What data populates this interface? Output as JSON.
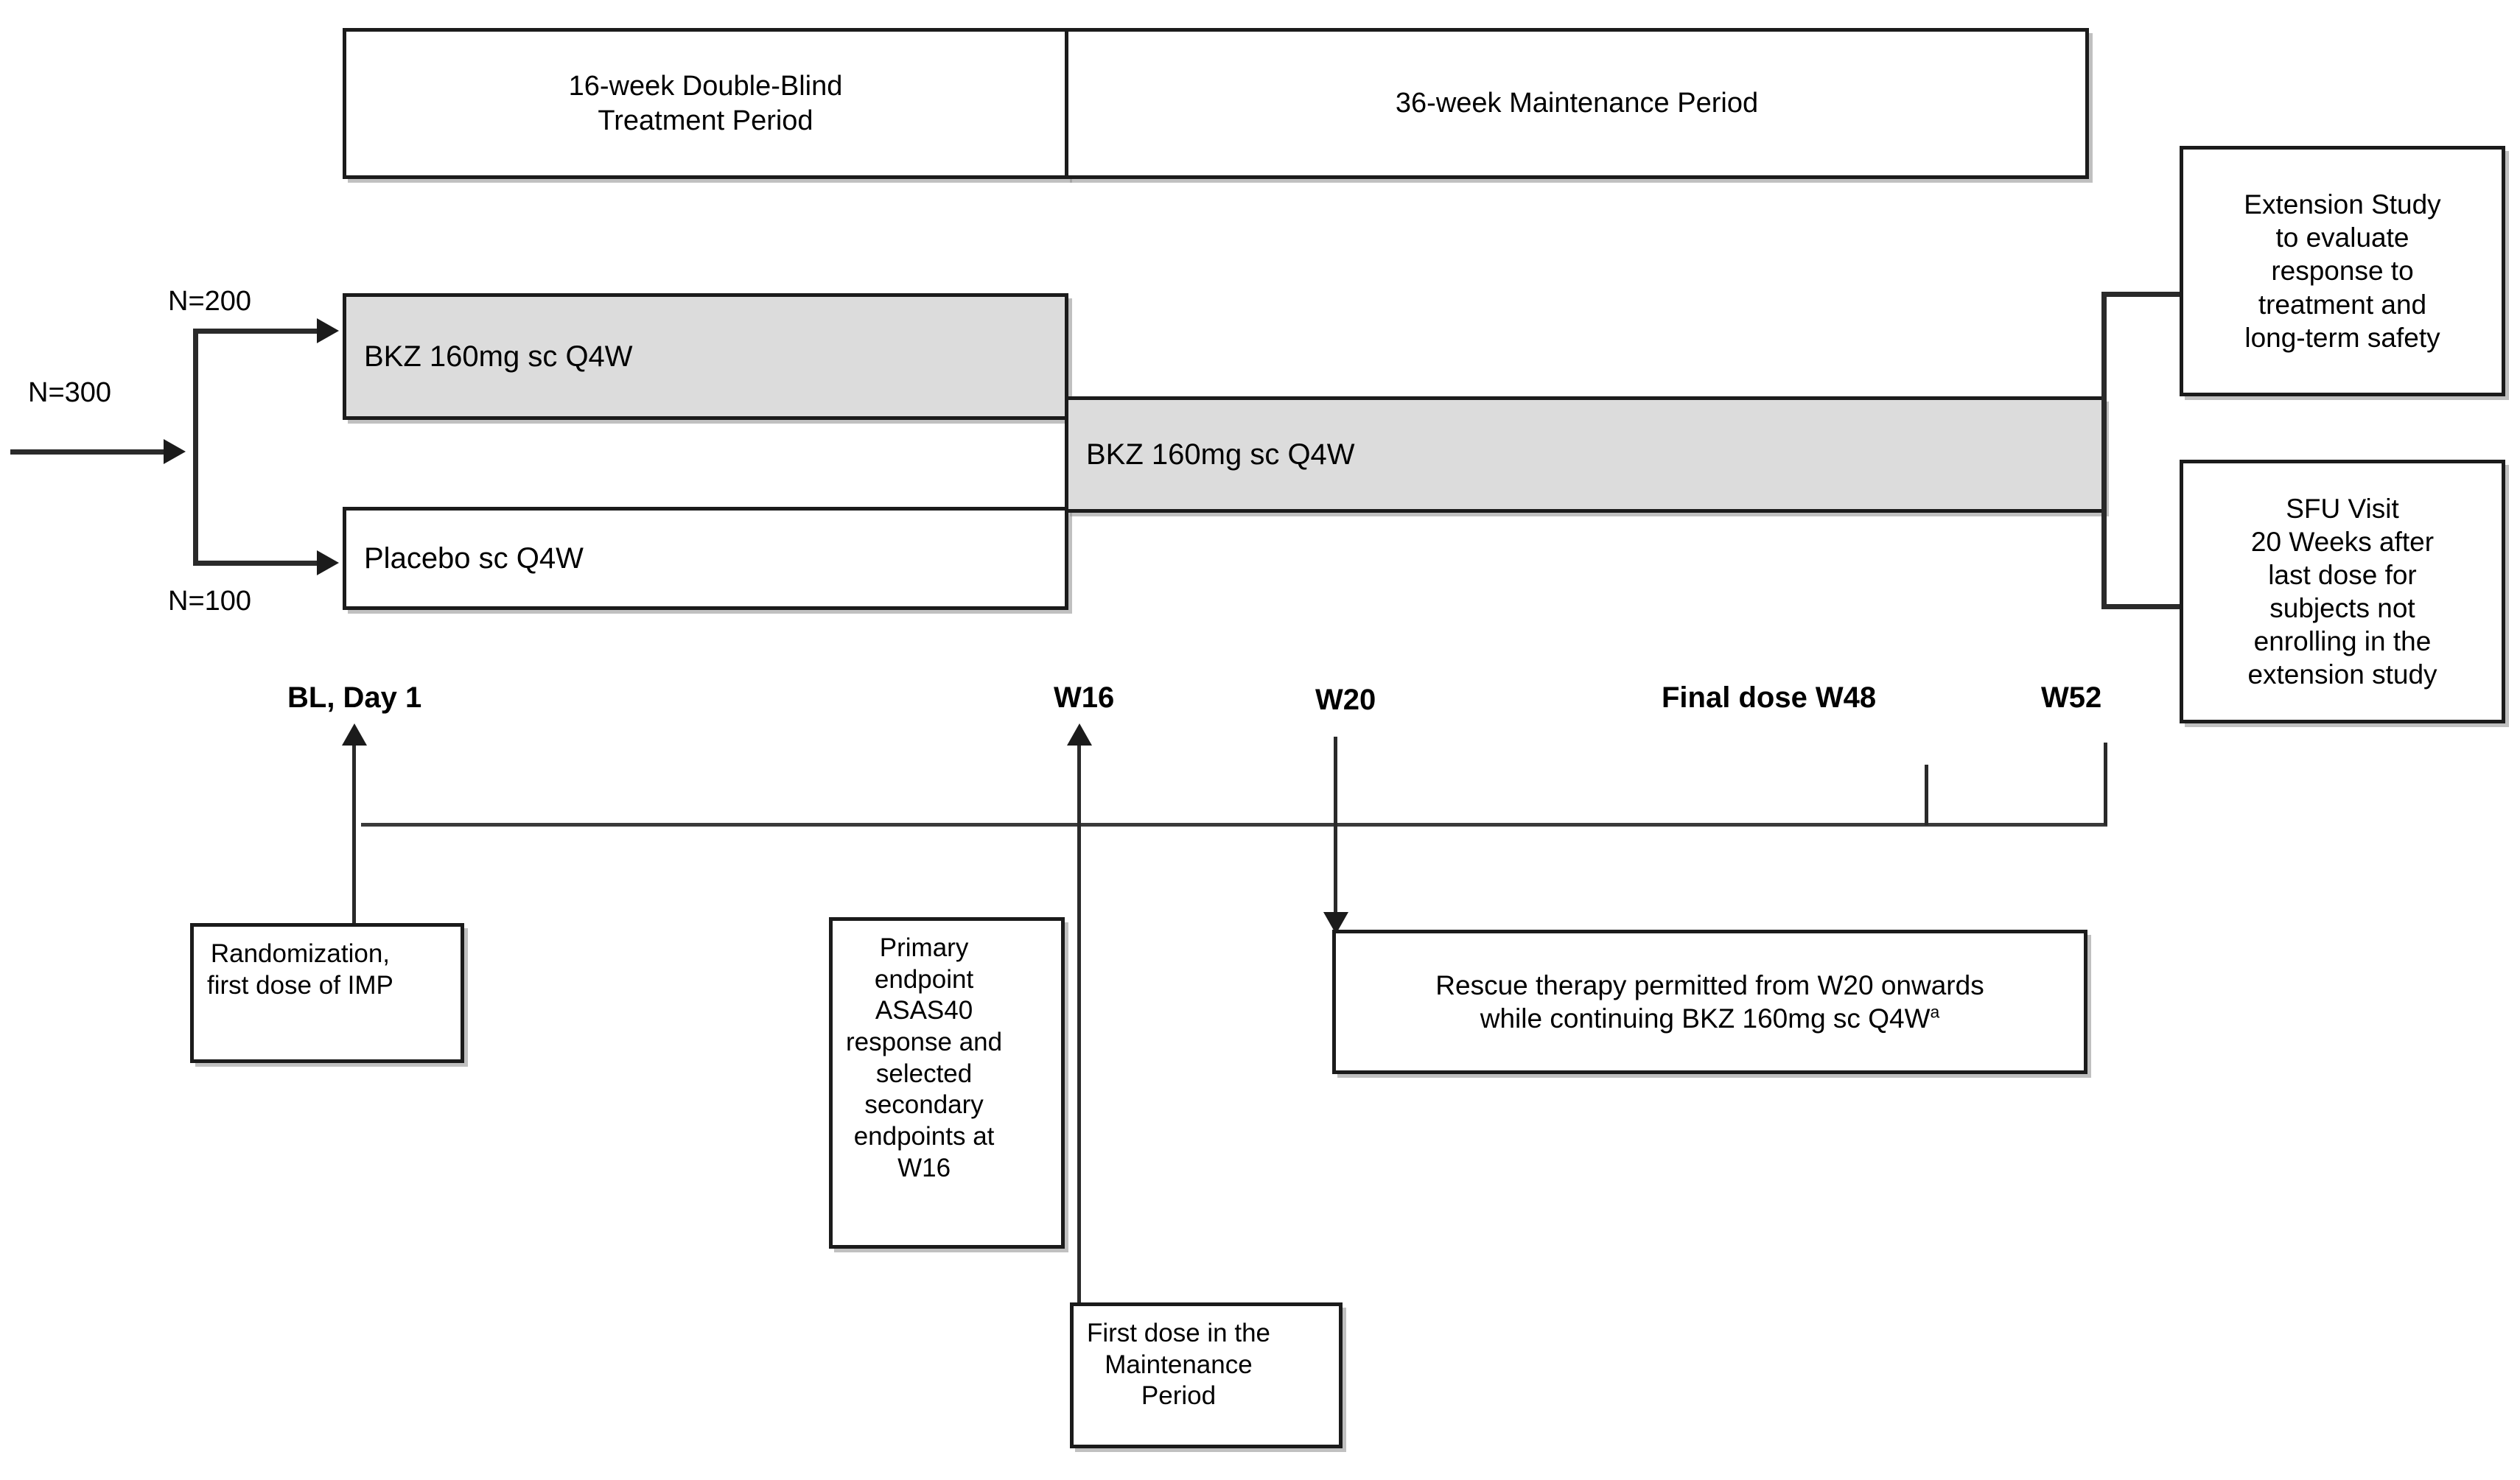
{
  "diagram": {
    "title": "Clinical study design schematic",
    "periods": [
      {
        "key": "double_blind",
        "label": "16-week Double-Blind\nTreatment  Period"
      },
      {
        "key": "maintenance",
        "label": "36-week Maintenance Period"
      }
    ],
    "enrollment": {
      "total_label": "N=300",
      "arm_active_label": "N=200",
      "arm_placebo_label": "N=100"
    },
    "arms": [
      {
        "key": "bkz_dbtp",
        "label": "BKZ 160mg sc Q4W",
        "fill": "#dcdcdc"
      },
      {
        "key": "placebo_dbtp",
        "label": "Placebo sc Q4W",
        "fill": "#ffffff"
      },
      {
        "key": "bkz_maintenance",
        "label": "BKZ 160mg sc Q4W",
        "fill": "#dcdcdc"
      }
    ],
    "followup": [
      {
        "key": "extension_study",
        "label": "Extension Study\nto evaluate\nresponse to\ntreatment and\nlong-term safety"
      },
      {
        "key": "sfu_visit",
        "label": "SFU Visit\n20 Weeks after\nlast dose for\nsubjects not\nenrolling in the\nextension study"
      }
    ],
    "timeline": {
      "ticks": [
        {
          "key": "baseline",
          "label": "BL, Day 1"
        },
        {
          "key": "w16",
          "label": "W16"
        },
        {
          "key": "w20",
          "label": "W20"
        },
        {
          "key": "w48",
          "label": "Final dose W48"
        },
        {
          "key": "w52",
          "label": "W52"
        }
      ]
    },
    "callouts": [
      {
        "key": "randomization",
        "label": "Randomization,\nfirst dose of IMP"
      },
      {
        "key": "primary_endpoint",
        "label": "Primary\nendpoint\nASAS40\nresponse and\nselected\nsecondary\nendpoints at\nW16"
      },
      {
        "key": "rescue_therapy",
        "label": "Rescue therapy permitted from W20 onwards\nwhile continuing BKZ 160mg sc Q4W",
        "footnote_marker": "a"
      },
      {
        "key": "first_maintenance_dose",
        "label": "First dose in the\nMaintenance\nPeriod"
      }
    ],
    "colors": {
      "line": "#2a2a2a",
      "border": "#1b1b1b",
      "fill_active": "#dcdcdc",
      "background": "#ffffff"
    }
  }
}
